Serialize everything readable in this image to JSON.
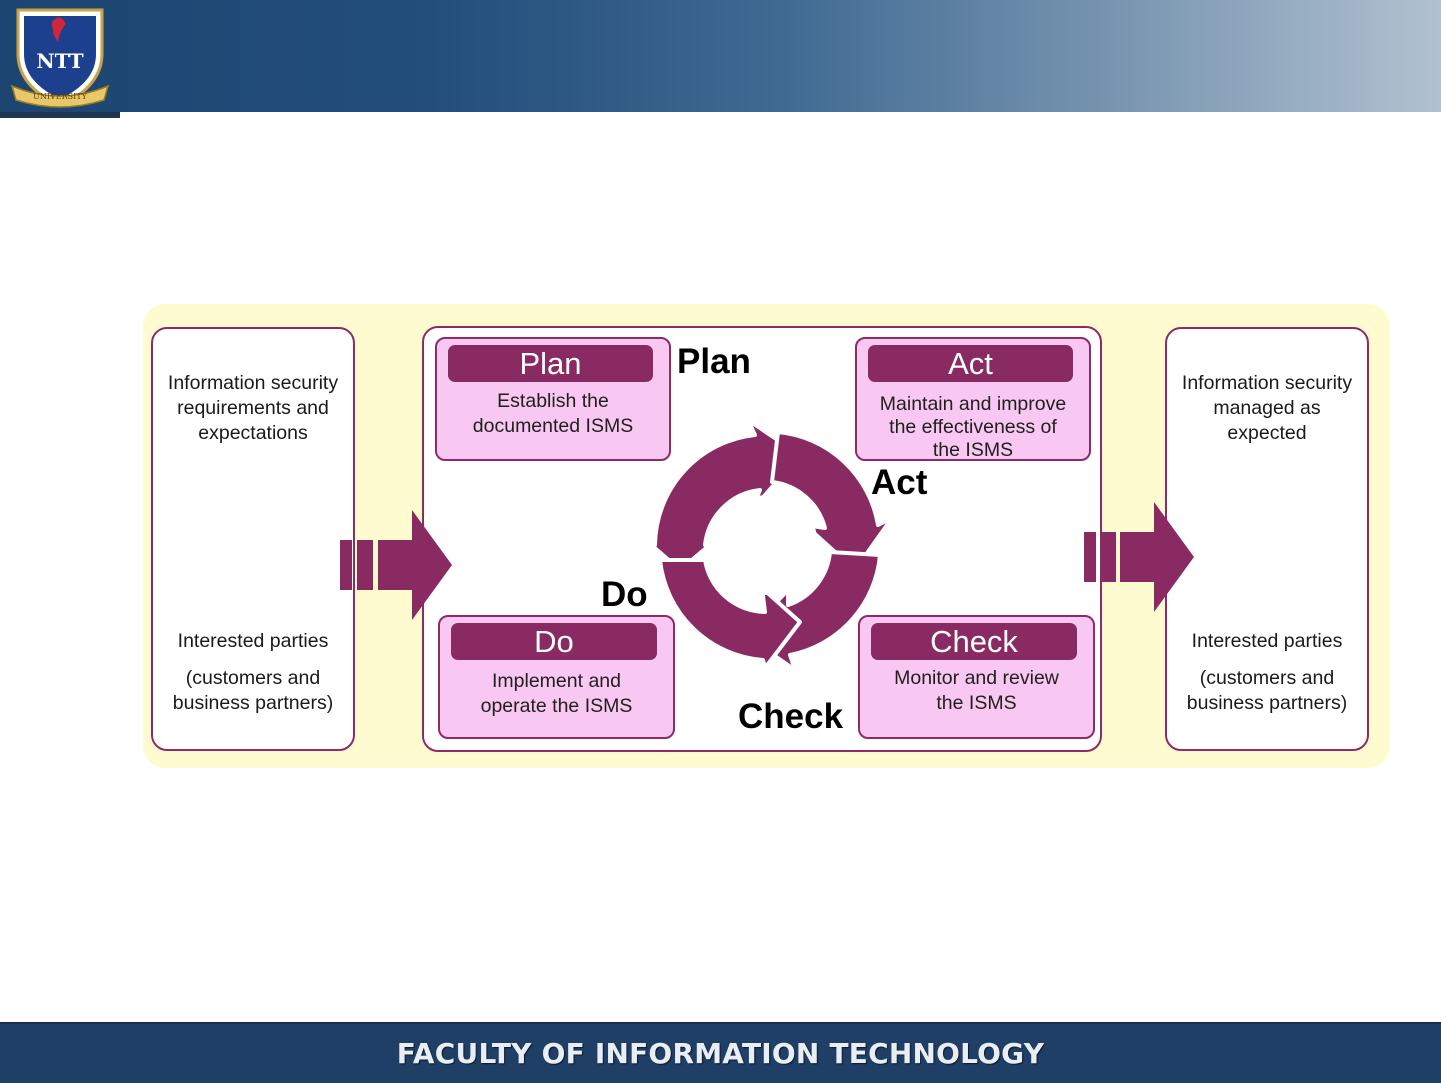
{
  "header": {
    "logo": {
      "icon": "university-crest-icon",
      "monogram": "NTT",
      "ribbon": "UNIVERSITY"
    }
  },
  "footer": {
    "title": "FACULTY OF INFORMATION TECHNOLOGY"
  },
  "diagram": {
    "input": {
      "top": "Information security\nrequirements and\nexpectations",
      "middle": "Interested parties",
      "bottom": "(customers and\nbusiness partners)"
    },
    "output": {
      "top": "Information security\nmanaged as\nexpected",
      "middle": "Interested parties",
      "bottom": "(customers and\nbusiness partners)"
    },
    "phases": {
      "plan": {
        "title": "Plan",
        "desc": "Establish the\ndocumented ISMS"
      },
      "act": {
        "title": "Act",
        "desc": "Maintain and improve\nthe effectiveness of\nthe ISMS"
      },
      "do": {
        "title": "Do",
        "desc": "Implement and\noperate the ISMS"
      },
      "check": {
        "title": "Check",
        "desc": "Monitor and review\nthe ISMS"
      }
    },
    "cycle_labels": {
      "plan": "Plan",
      "act": "Act",
      "do": "Do",
      "check": "Check"
    }
  },
  "colors": {
    "accent": "#8a2a62",
    "card_fill": "#f9c8f2",
    "panel_fill": "#fdfbcf",
    "header_dark": "#1d4572",
    "footer": "#1f3f66"
  }
}
